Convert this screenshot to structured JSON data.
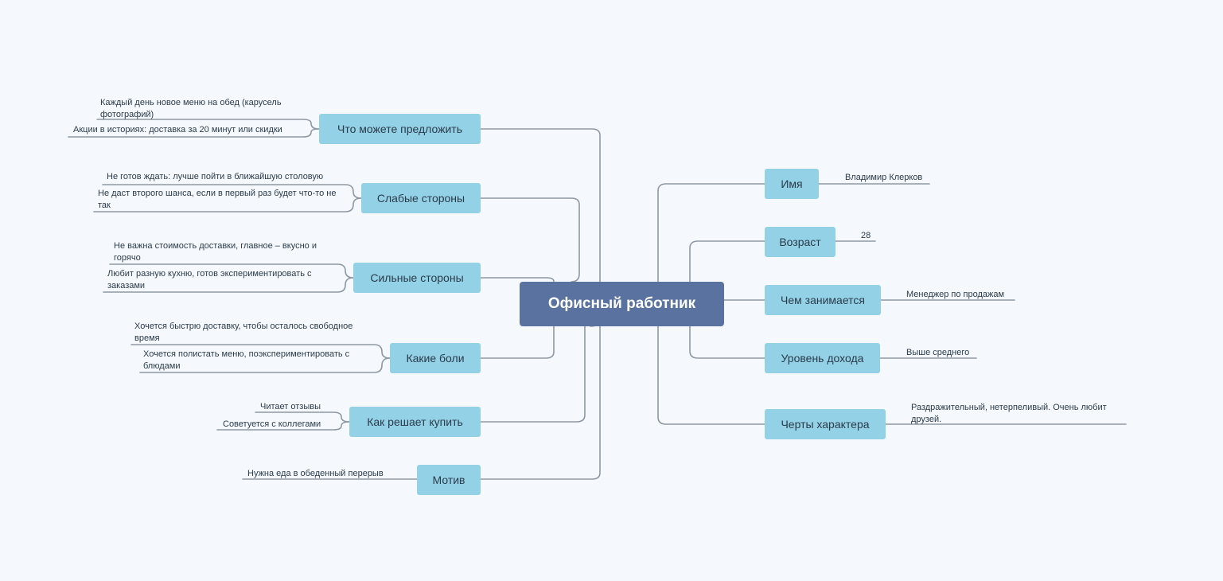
{
  "central": "Офисный работник",
  "left_branches": [
    {
      "label": "Что можете предложить",
      "leaves": [
        "Каждый день новое меню на обед (карусель фотографий)",
        "Акции в историях: доставка за 20 минут или скидки"
      ]
    },
    {
      "label": "Слабые стороны",
      "leaves": [
        "Не готов ждать: лучше пойти в ближайшую столовую",
        "Не даст второго шанса, если в первый раз будет что-то не так"
      ]
    },
    {
      "label": "Сильные стороны",
      "leaves": [
        "Не важна стоимость доставки, главное – вкусно и горячо",
        "Любит разную кухню, готов экспериментировать с заказами"
      ]
    },
    {
      "label": "Какие боли",
      "leaves": [
        "Хочется быстрю доставку, чтобы осталось свободное время",
        "Хочется полистать меню, поэкспериментировать с блюдами"
      ]
    },
    {
      "label": "Как решает купить",
      "leaves": [
        "Читает отзывы",
        "Советуется с коллегами"
      ]
    },
    {
      "label": "Мотив",
      "leaves": [
        "Нужна еда в обеденный перерыв"
      ]
    }
  ],
  "right_branches": [
    {
      "label": "Имя",
      "value": "Владимир Клерков"
    },
    {
      "label": "Возраст",
      "value": "28"
    },
    {
      "label": "Чем занимается",
      "value": "Менеджер по продажам"
    },
    {
      "label": "Уровень дохода",
      "value": "Выше среднего"
    },
    {
      "label": "Черты характера",
      "value": "Раздражительный, нетерпеливый. Очень любит друзей."
    }
  ],
  "colors": {
    "background": "#f5f9fd",
    "central_fill": "#5a72a0",
    "topic_fill": "#93d1e6",
    "connector": "#8e98a3"
  }
}
